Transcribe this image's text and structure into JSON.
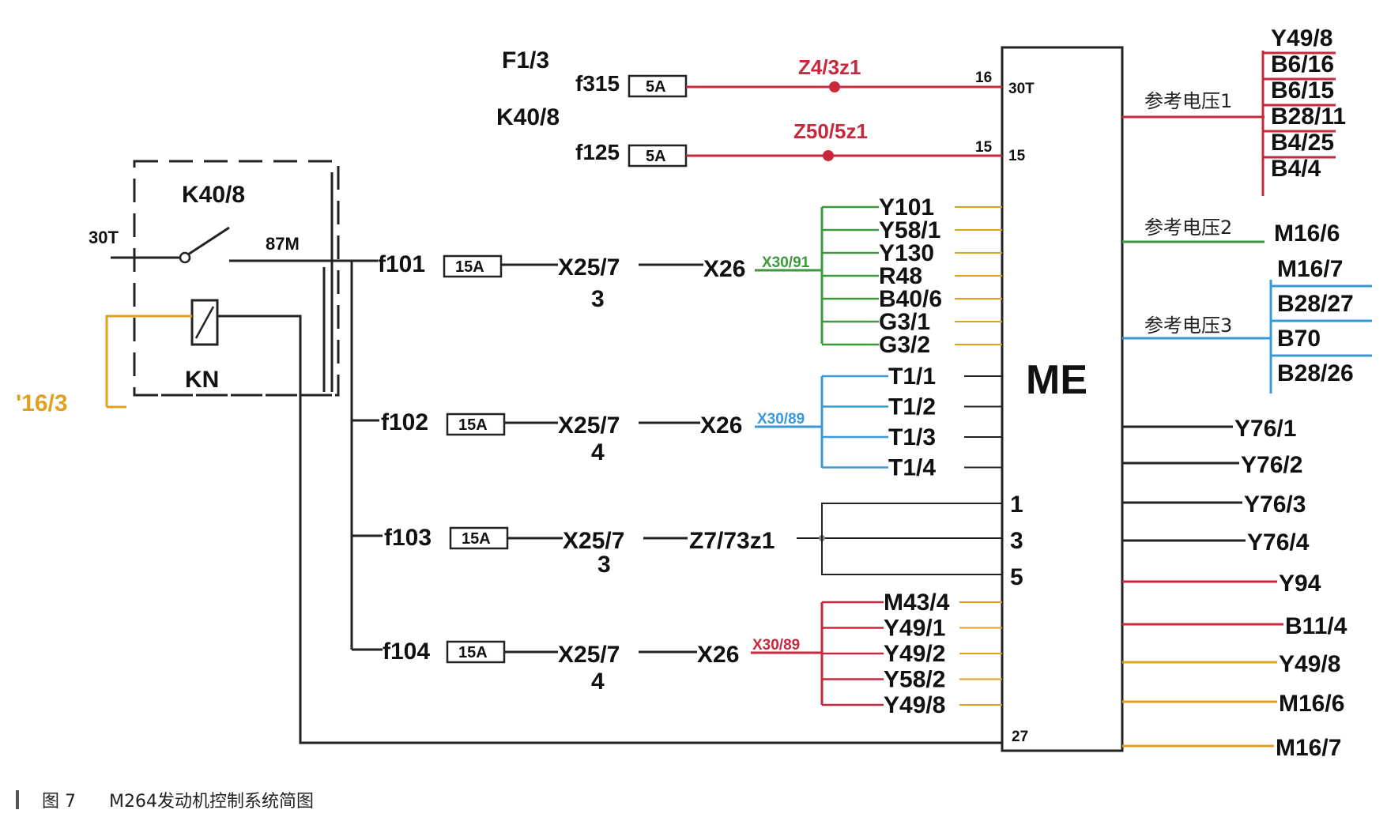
{
  "caption": {
    "figure_no": "图 7",
    "title": "M264发动机控制系统简图"
  },
  "ecu": {
    "name": "ME",
    "pins": {
      "p30T": "30T",
      "p15": "15",
      "p16_num": "16",
      "p15_num": "15",
      "p1": "1",
      "p3": "3",
      "p5": "5",
      "p27": "27"
    }
  },
  "relay": {
    "name": "K40/8",
    "terminal_in": "30T",
    "terminal_out": "87M",
    "coil": "KN",
    "source": "'16/3"
  },
  "top_inputs": {
    "fuse_block_1": "F1/3",
    "fuse_1": "f315",
    "fuse_1_rating": "5A",
    "node_1": "Z4/3z1",
    "fuse_block_2": "K40/8",
    "fuse_2": "f125",
    "fuse_2_rating": "5A",
    "node_2": "Z50/5z1"
  },
  "branches": [
    {
      "fuse": "f101",
      "rating": "15A",
      "conn": "X25/7",
      "pin": "3",
      "conn2": "X26",
      "sub": "X30/91"
    },
    {
      "fuse": "f102",
      "rating": "15A",
      "conn": "X25/7",
      "pin": "4",
      "conn2": "X26",
      "sub": "X30/89"
    },
    {
      "fuse": "f103",
      "rating": "15A",
      "conn": "X25/7",
      "pin": "3",
      "conn2": "Z7/73z1"
    },
    {
      "fuse": "f104",
      "rating": "15A",
      "conn": "X25/7",
      "pin": "4",
      "conn2": "X26",
      "sub": "X30/89"
    }
  ],
  "group1_loads": [
    "Y101",
    "Y58/1",
    "Y130",
    "R48",
    "B40/6",
    "G3/1",
    "G3/2"
  ],
  "group2_loads": [
    "T1/1",
    "T1/2",
    "T1/3",
    "T1/4"
  ],
  "group4_loads": [
    "M43/4",
    "Y49/1",
    "Y49/2",
    "Y58/2",
    "Y49/8"
  ],
  "ref_voltage_1": {
    "label": "参考电压1",
    "items": [
      "Y49/8",
      "B6/16",
      "B6/15",
      "B28/11",
      "B4/25",
      "B4/4"
    ]
  },
  "ref_voltage_2": {
    "label": "参考电压2",
    "items": [
      "M16/6"
    ]
  },
  "ref_voltage_3": {
    "label": "参考电压3",
    "items": [
      "M16/7",
      "B28/27",
      "B70",
      "B28/26"
    ]
  },
  "right_outputs": [
    "Y76/1",
    "Y76/2",
    "Y76/3",
    "Y76/4",
    "Y94",
    "B11/4",
    "Y49/8",
    "M16/6",
    "M16/7"
  ],
  "colors": {
    "red": "#c8283c",
    "green": "#3c9a3c",
    "blue": "#3a9ad8",
    "orange": "#e0a020",
    "wire": "#222222"
  }
}
